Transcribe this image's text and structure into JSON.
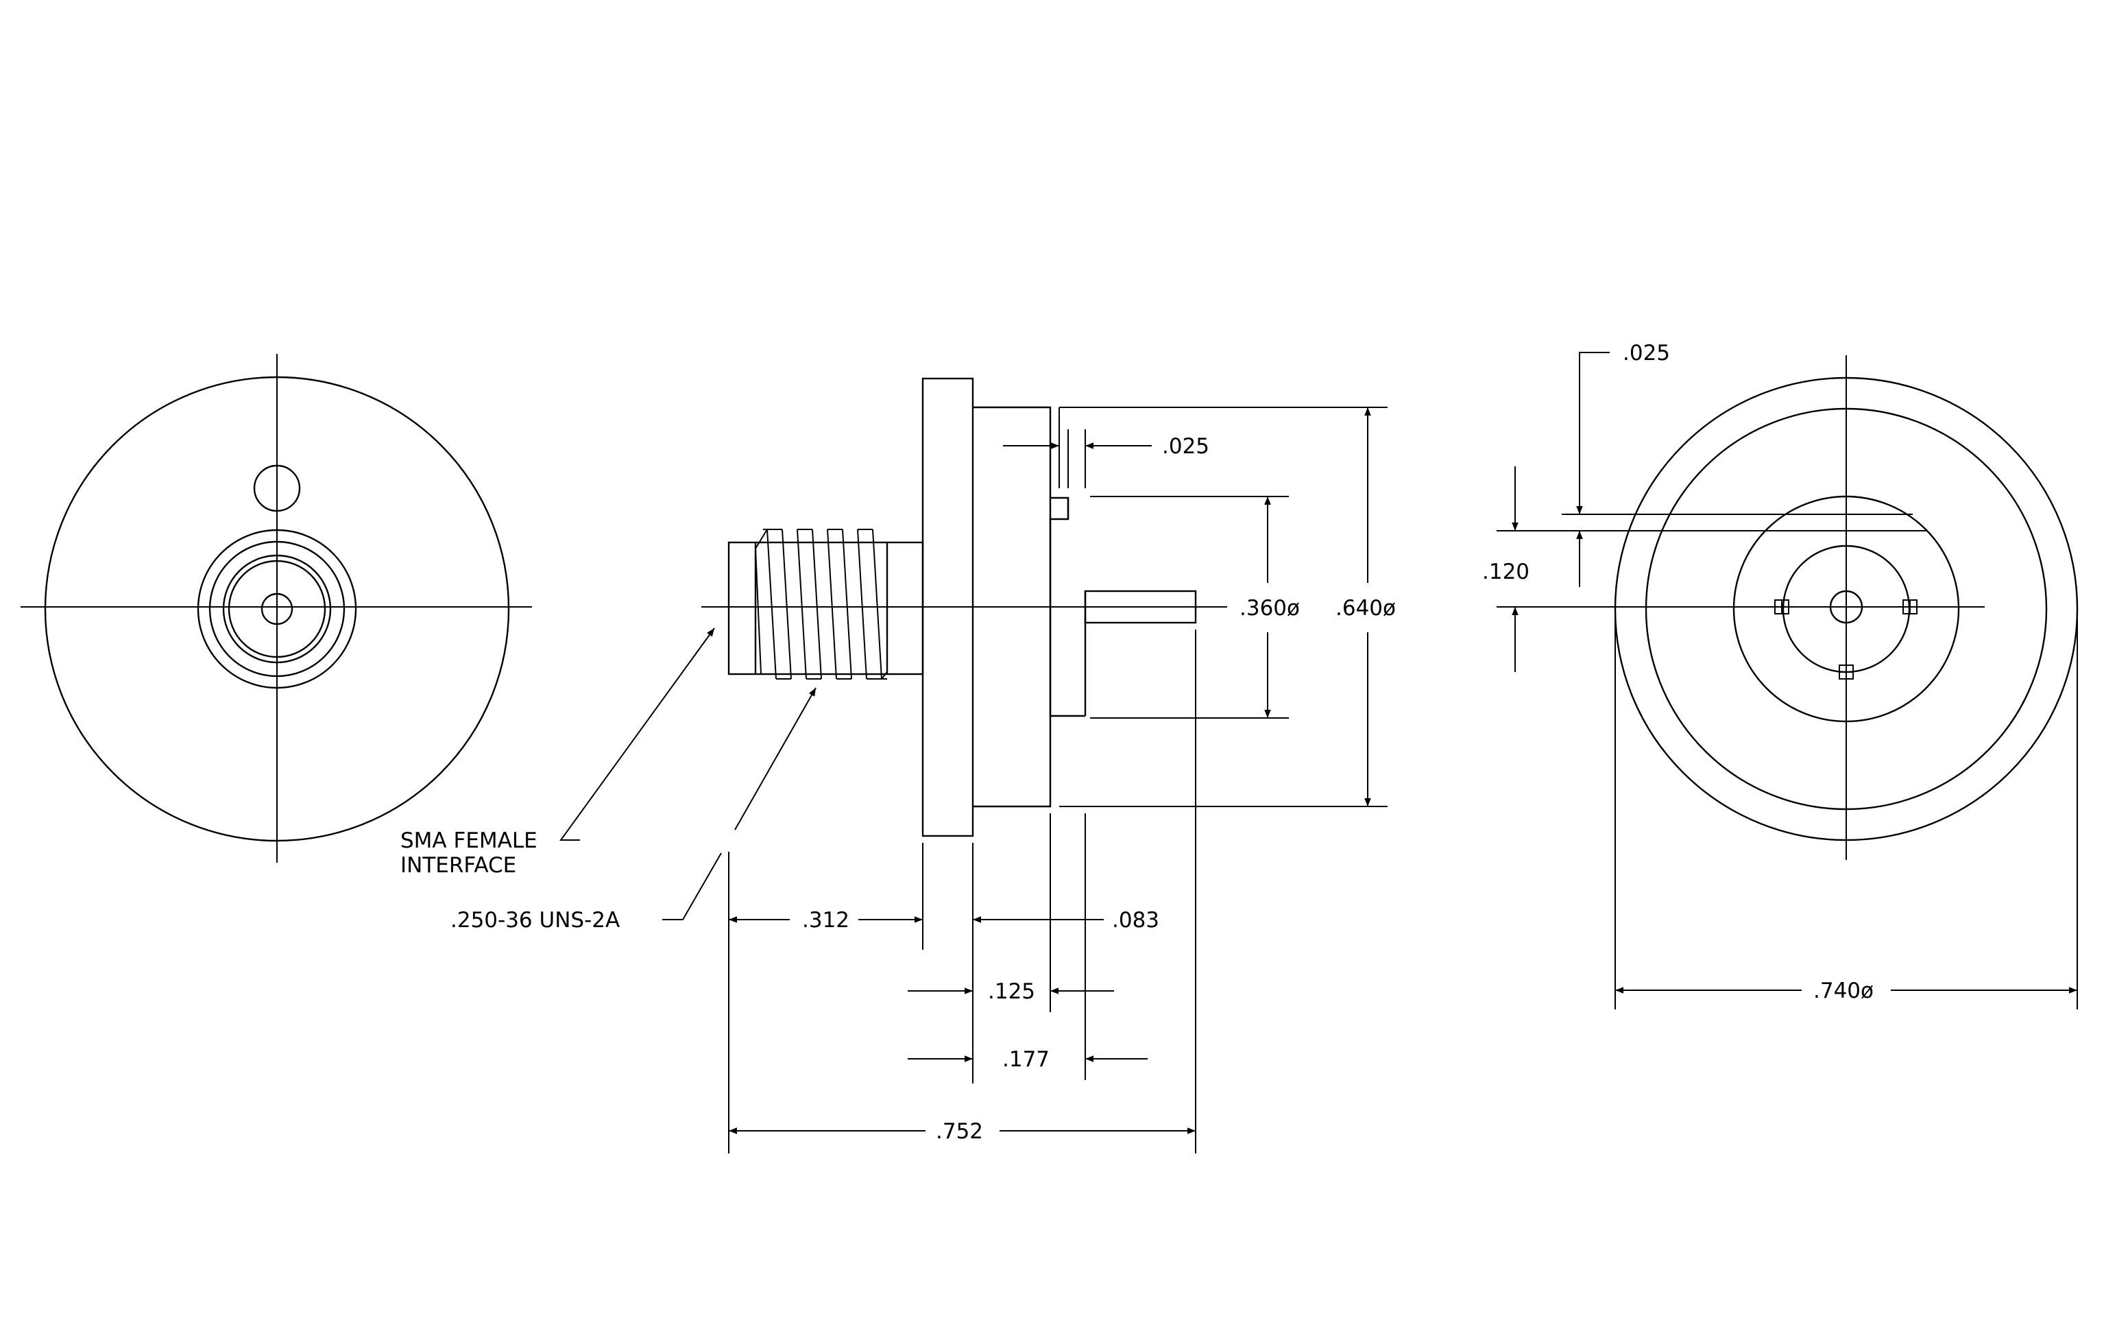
{
  "labels": {
    "sma_female_line1": "SMA FEMALE",
    "sma_female_line2": "INTERFACE",
    "thread_spec": ".250-36 UNS-2A"
  },
  "dimensions": {
    "flange_gap_top": ".025",
    "body_diameter": ".360ø",
    "flange_diameter": ".640ø",
    "thread_length": ".312",
    "pin_offset": ".083",
    "flange_thickness": ".125",
    "pin_base_depth": ".177",
    "overall_length": ".752",
    "rear_gap_top": ".025",
    "rear_offset": ".120",
    "rear_diameter": ".740ø"
  }
}
